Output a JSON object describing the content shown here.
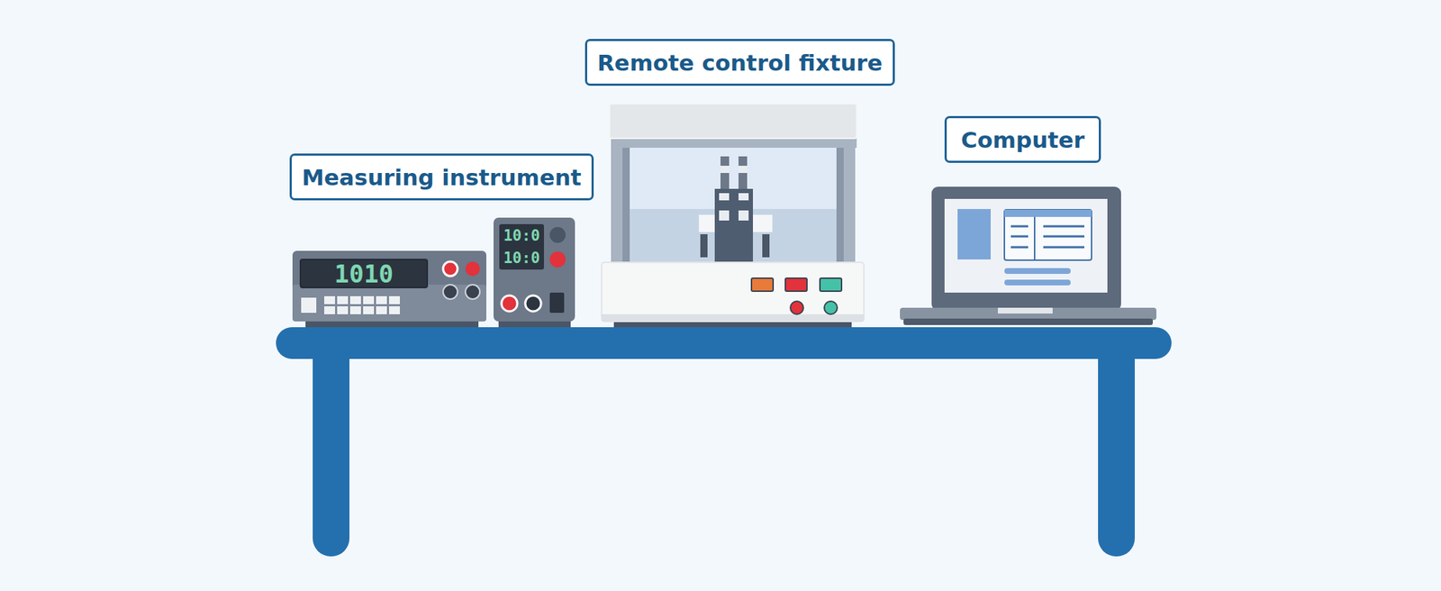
{
  "diagram": {
    "nodes": [
      {
        "text": [
          "Measuring instrument"
        ]
      },
      {
        "text": [
          "Remote control fixture"
        ]
      },
      {
        "text": [
          "Computer"
        ]
      }
    ],
    "labels": [
      "1010",
      "10:0",
      "10:0"
    ]
  }
}
